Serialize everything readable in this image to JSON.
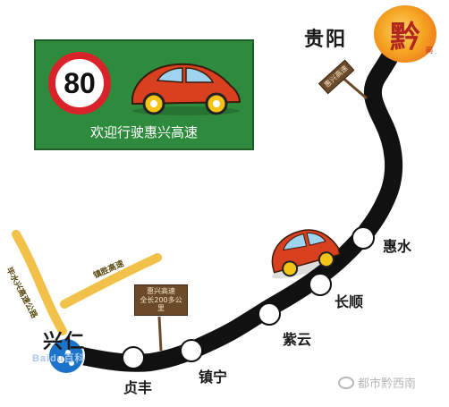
{
  "banner": {
    "speed_limit": "80",
    "welcome_text": "欢迎行驶惠兴高速"
  },
  "logo": {
    "glyph": "黔",
    "sub": "网"
  },
  "cities": {
    "start": "兴仁",
    "end": "贵阳"
  },
  "stations": [
    "贞丰",
    "镇宁",
    "紫云",
    "长顺",
    "惠水"
  ],
  "roads": {
    "side_road_1": "毕水兴高速公路",
    "side_road_2": "镇胜高速"
  },
  "signs": {
    "main_sign_line1": "惠兴高速",
    "main_sign_line2": "全长200多公里",
    "top_sign": "惠兴高速"
  },
  "watermarks": {
    "left": "Baidu百科",
    "right": "都市黔西南"
  },
  "colors": {
    "road": "#111111",
    "station_fill": "#ffffff",
    "side_road": "#f2c14a",
    "banner_green": "#2e8b3d",
    "speed_ring": "#d8232a",
    "car_red": "#d8401f",
    "car_yellow": "#f3c317"
  }
}
